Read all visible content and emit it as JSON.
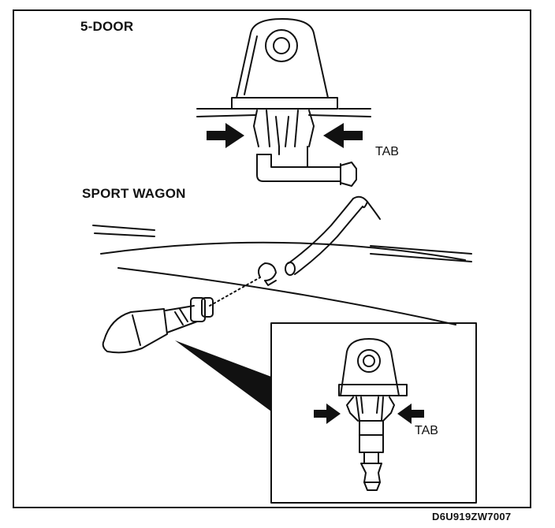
{
  "sections": {
    "five_door": {
      "title": "5-DOOR",
      "tab_label": "TAB"
    },
    "sport_wagon": {
      "title": "SPORT WAGON",
      "tab_label": "TAB"
    }
  },
  "figure_code": "D6U919ZW7007"
}
